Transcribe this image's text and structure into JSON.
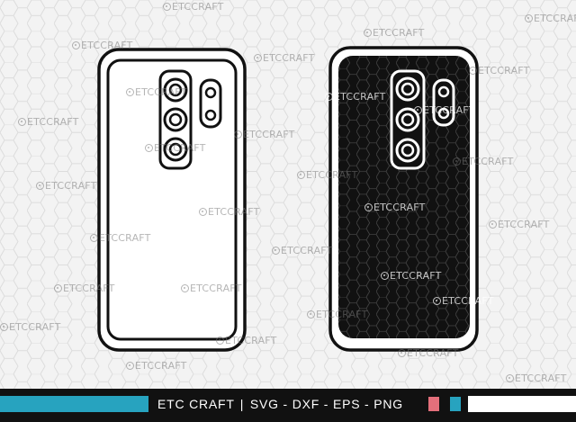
{
  "brand": "ETC CRAFT",
  "watermark_text": "ETCCRAFT",
  "footer": {
    "brand": "ETC CRAFT",
    "separator": "|",
    "formats": "SVG - DXF - EPS - PNG"
  },
  "colors": {
    "background": "#f3f3f3",
    "accent_teal": "#27a3bf",
    "accent_pink": "#e46f7b",
    "footer_bg": "#111111",
    "outline": "#111111"
  },
  "icons": [
    "etc-craft-logo-icon",
    "phone-case-outline",
    "phone-case-solid"
  ]
}
